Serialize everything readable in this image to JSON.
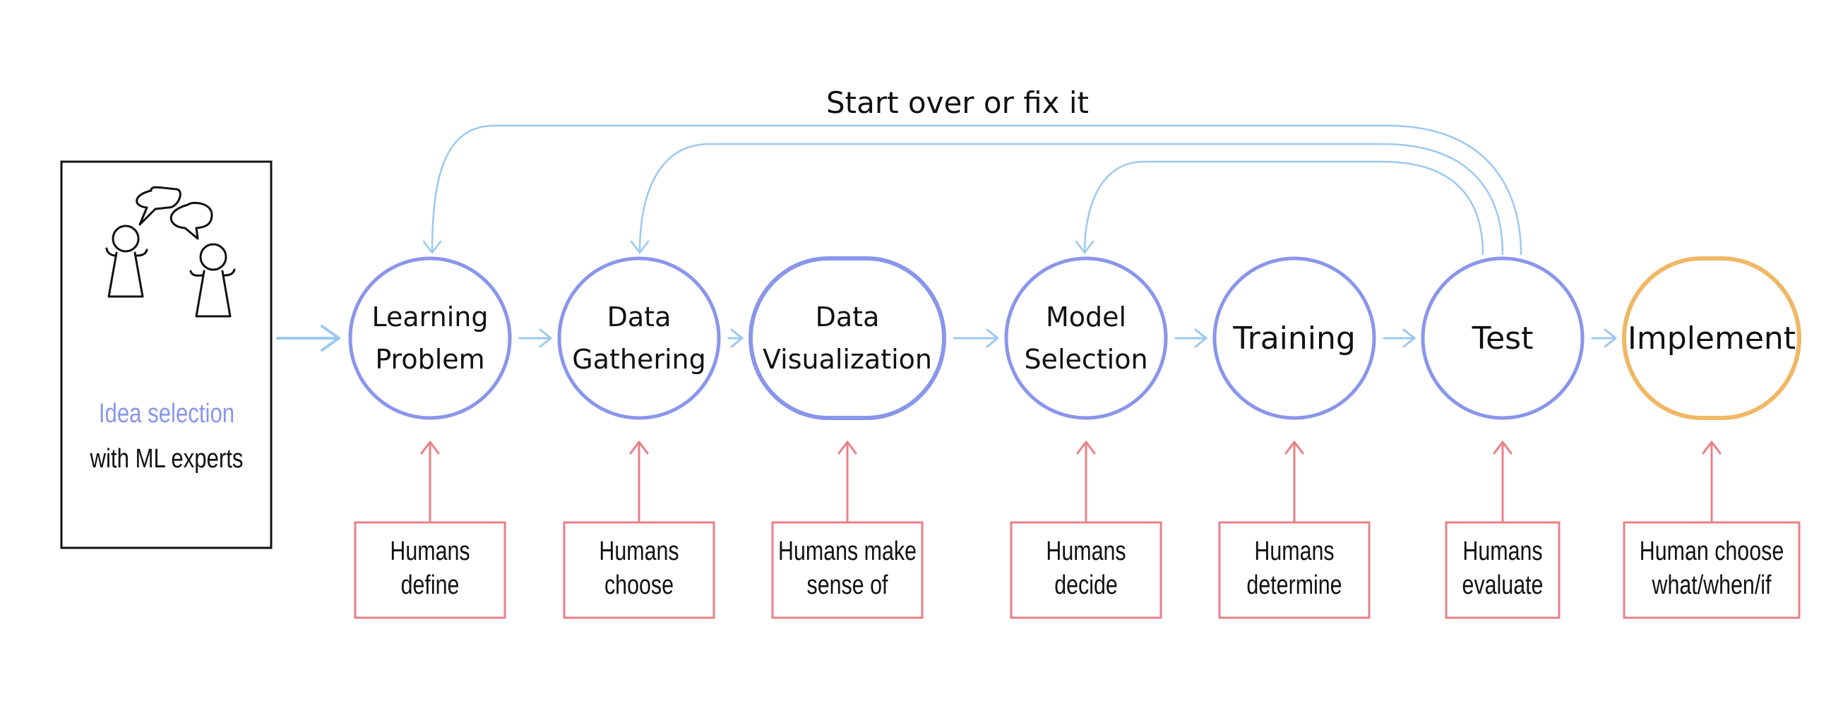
{
  "loop_label": "Start over or fix it",
  "idea_box": {
    "title": "Idea selection",
    "subtitle": "with ML experts",
    "icon": "people-discussion-icon"
  },
  "stages": [
    {
      "lines": [
        "Learning",
        "Problem"
      ],
      "human": [
        "Humans",
        "define"
      ]
    },
    {
      "lines": [
        "Data",
        "Gathering"
      ],
      "human": [
        "Humans",
        "choose"
      ]
    },
    {
      "lines": [
        "Data",
        "Visualization"
      ],
      "human": [
        "Humans make",
        "sense of"
      ]
    },
    {
      "lines": [
        "Model",
        "Selection"
      ],
      "human": [
        "Humans",
        "decide"
      ]
    },
    {
      "lines": [
        "Training"
      ],
      "human": [
        "Humans",
        "determine"
      ]
    },
    {
      "lines": [
        "Test"
      ],
      "human": [
        "Humans",
        "evaluate"
      ]
    },
    {
      "lines": [
        "Implement"
      ],
      "human": [
        "Human choose",
        "what/when/if"
      ]
    }
  ],
  "colors": {
    "stage": "#8a96ea",
    "implement": "#f0b765",
    "flow_arrow": "#9cc8f0",
    "human_box": "#e88088",
    "idea_title": "#8a96ea",
    "text": "#111111"
  }
}
